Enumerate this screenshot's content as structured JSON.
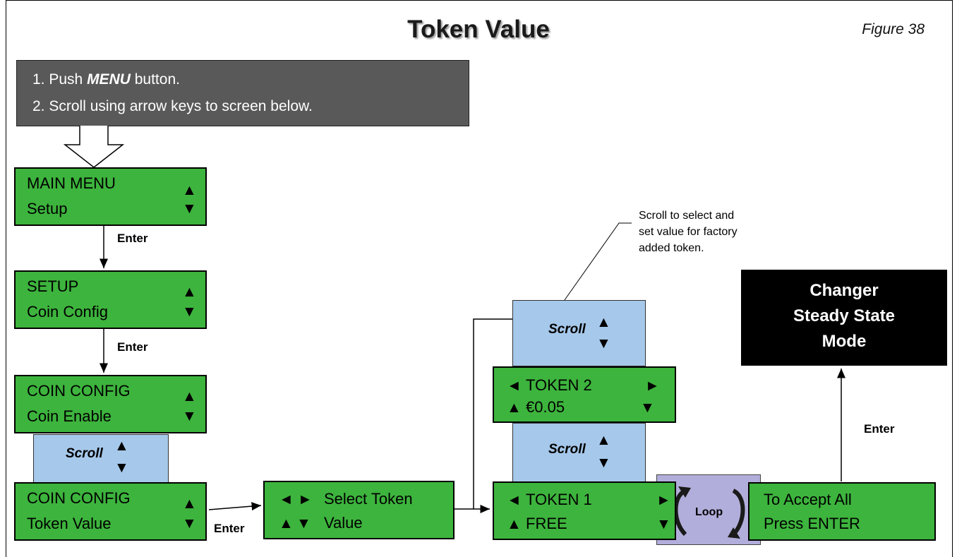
{
  "title": "Token Value",
  "figure_label": "Figure 38",
  "instructions": {
    "step1_prefix": "1.  Push ",
    "step1_key": "MENU",
    "step1_suffix": " button.",
    "step2": "2.  Scroll using arrow keys to screen below."
  },
  "screens": {
    "main_menu": {
      "line1": "MAIN MENU",
      "line2": "Setup"
    },
    "setup": {
      "line1": "SETUP",
      "line2": "Coin Config"
    },
    "coin_config_enable": {
      "line1": "COIN CONFIG",
      "line2": "Coin Enable"
    },
    "coin_config_token": {
      "line1": "COIN CONFIG",
      "line2": "Token Value"
    },
    "select_token": {
      "line1": "Select Token",
      "line2": "Value"
    },
    "token2": {
      "line1": "TOKEN 2",
      "line2": "€0.05"
    },
    "token1": {
      "line1": "TOKEN 1",
      "line2": "FREE"
    },
    "accept_all": {
      "line1": "To Accept All",
      "line2": "Press ENTER"
    }
  },
  "scroll_label": "Scroll",
  "enter_label": "Enter",
  "loop_label": "Loop",
  "steady_state": {
    "line1": "Changer",
    "line2": "Steady State",
    "line3": "Mode"
  },
  "note": {
    "line1": "Scroll to select and",
    "line2": "set value for factory",
    "line3": "added token."
  },
  "glyphs": {
    "up": "▲",
    "down": "▼",
    "left": "◄",
    "right": "►"
  }
}
